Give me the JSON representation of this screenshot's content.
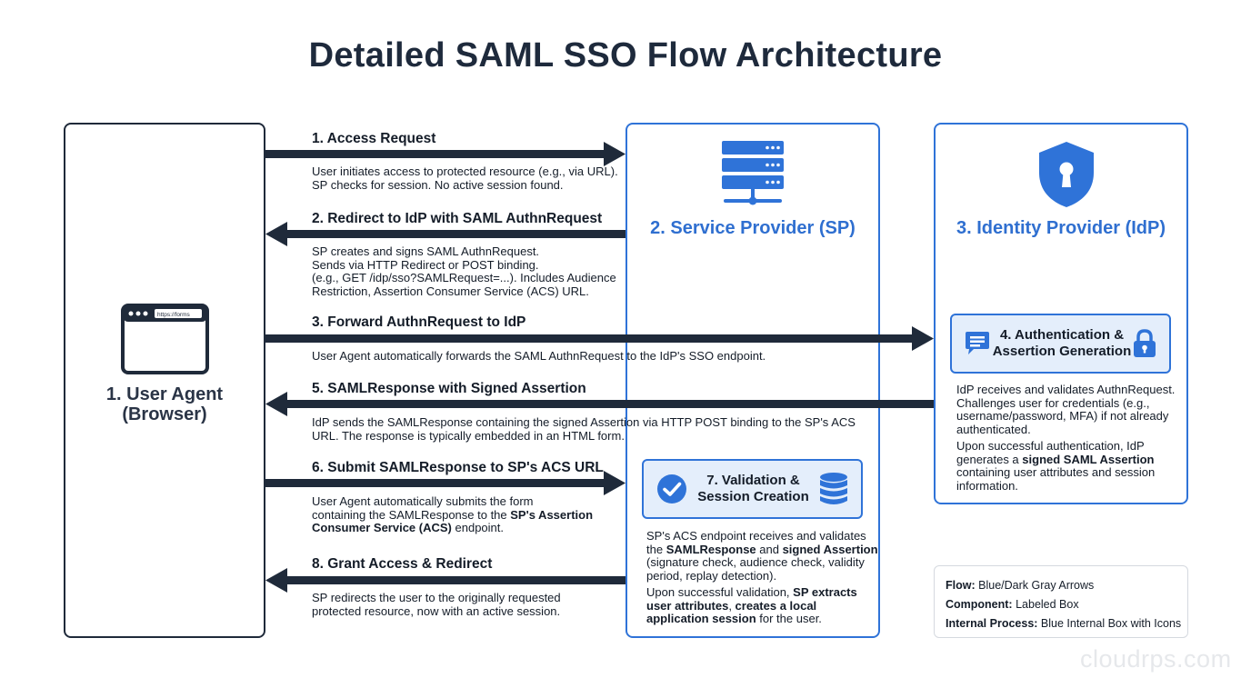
{
  "title": "Detailed SAML SSO Flow Architecture",
  "components": {
    "user_agent": "1. User Agent\n(Browser)",
    "browser_url": "https://forms",
    "sp": "2. Service Provider (SP)",
    "idp": "3. Identity Provider (IdP)"
  },
  "steps": [
    {
      "title": "1. Access Request",
      "desc_lines": [
        "User initiates access to protected resource (e.g., via URL).",
        "SP checks for session. No active session found."
      ]
    },
    {
      "title": "2. Redirect to IdP with SAML AuthnRequest",
      "desc_lines": [
        "SP creates and signs SAML AuthnRequest.",
        "Sends via HTTP Redirect or POST binding.",
        "(e.g., GET /idp/sso?SAMLRequest=...). Includes Audience",
        "Restriction, Assertion Consumer Service (ACS) URL."
      ]
    },
    {
      "title": "3. Forward AuthnRequest to IdP",
      "desc_lines": [
        "User Agent automatically forwards the SAML AuthnRequest to the IdP's SSO endpoint."
      ]
    },
    {
      "title": "5. SAMLResponse with Signed Assertion",
      "desc_lines": [
        "IdP sends the SAMLResponse containing the signed Assertion via HTTP POST binding to the SP's ACS",
        "URL. The response is typically embedded in an HTML form."
      ]
    },
    {
      "title": "6. Submit SAMLResponse to SP's ACS URL",
      "desc_html": "User Agent automatically submits the form<br>containing the SAMLResponse to the <b>SP's Assertion<br>Consumer Service (ACS)</b> endpoint."
    },
    {
      "title": "8. Grant Access & Redirect",
      "desc_lines": [
        "SP redirects the user to the originally requested",
        "protected resource, now with an active session."
      ]
    }
  ],
  "internal": {
    "auth": {
      "label": "4. Authentication &\nAssertion Generation",
      "desc1_html": "IdP receives and validates AuthnRequest.<br>Challenges user for credentials (e.g.,<br>username/password, MFA) if not already<br>authenticated.",
      "desc2_html": "Upon successful authentication, IdP<br>generates a <b>signed SAML Assertion</b><br>containing user attributes and session<br>information."
    },
    "validation": {
      "label": "7. Validation &\nSession Creation",
      "desc1_html": "SP's ACS endpoint receives and validates<br>the <b>SAMLResponse</b> and <b>signed Assertion</b><br>(signature check, audience check, validity<br>period, replay detection).",
      "desc2_html": "Upon successful validation, <b>SP extracts<br>user attributes</b>, <b>creates a local<br>application session</b> for the user."
    }
  },
  "legend": [
    {
      "key": "Flow:",
      "value": "Blue/Dark Gray Arrows"
    },
    {
      "key": "Component:",
      "value": "Labeled Box"
    },
    {
      "key": "Internal Process:",
      "value": "Blue Internal Box with Icons"
    }
  ],
  "watermark": "cloudrps.com",
  "colors": {
    "accent": "#2f73d8",
    "arrow": "#1f2a3a",
    "internal_fill": "#e4eefb"
  },
  "icons": [
    "browser-window-icon",
    "server-rack-icon",
    "shield-keyhole-icon",
    "chat-bubble-icon",
    "padlock-icon",
    "checkmark-circle-icon",
    "database-icon"
  ]
}
